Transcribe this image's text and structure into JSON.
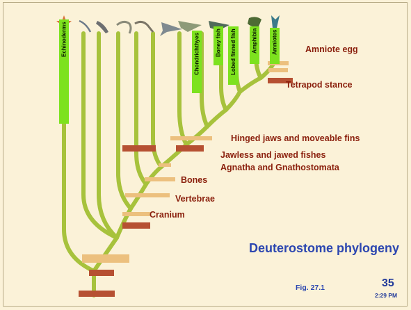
{
  "slide": {
    "title": "Deuterostome phylogeny",
    "figure_ref": "Fig. 27.1",
    "page_number": "35",
    "time": "2:29 PM"
  },
  "taxa": {
    "echinoderms": "Echinoderms",
    "chondrichthyes": "Chondrichthyes",
    "boney_fish": "Boney fish",
    "lobed_finned_fish": "Lobed finned fish",
    "amphibia": "Amphibia",
    "amniotes": "Amniotes"
  },
  "annotations": {
    "amniote_egg": "Amniote egg",
    "tetrapod_stance": "Tetrapod stance",
    "hinged_jaws": "Hinged jaws and moveable fins",
    "jawless_jawed": "Jawless and jawed fishes",
    "agnatha": "Agnatha and Gnathostomata",
    "bones": "Bones",
    "vertebrae": "Vertebrae",
    "cranium": "Cranium"
  },
  "icons": [
    "sea-star-icon",
    "lancelet-icon",
    "tunicate-icon",
    "hagfish-icon",
    "lamprey-icon",
    "shark-icon",
    "ray-fin-fish-icon",
    "lobe-fin-fish-icon",
    "frog-icon",
    "lizard-icon"
  ],
  "colors": {
    "background": "#fbf2d8",
    "tree": "#a7c23c",
    "taxon_label": "#7de21e",
    "annotation": "#8a1f0c",
    "title": "#2c46b0",
    "clade_box": "#b65032",
    "character_box": "#ecc07e"
  }
}
